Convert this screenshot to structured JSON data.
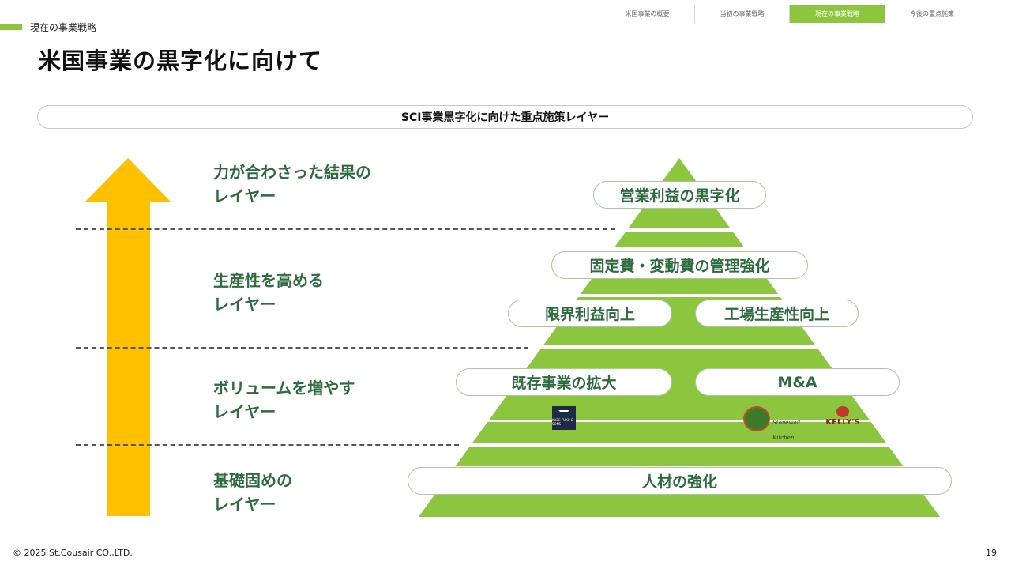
{
  "nav": {
    "tabs": [
      {
        "label": "米国事業の概要",
        "active": false
      },
      {
        "label": "当初の事業戦略",
        "active": false
      },
      {
        "label": "現在の事業戦略",
        "active": true
      },
      {
        "label": "今後の重点施策",
        "active": false
      }
    ]
  },
  "section_label": "現在の事業戦略",
  "page_title": "米国事業の黒字化に向けて",
  "banner": "SCI事業黒字化に向けた重点施策レイヤー",
  "layers": [
    {
      "line1": "力が合わさった結果の",
      "line2": "レイヤー"
    },
    {
      "line1": "生産性を高める",
      "line2": "レイヤー"
    },
    {
      "line1": "ボリュームを増やす",
      "line2": "レイヤー"
    },
    {
      "line1": "基礎固めの",
      "line2": "レイヤー"
    }
  ],
  "pyramid": {
    "items": [
      "営業利益の黒字化",
      "固定費・変動費の管理強化",
      "限界利益向上",
      "工場生産性向上",
      "既存事業の拡大",
      "M&A",
      "人材の強化"
    ]
  },
  "logos": {
    "kpf_text": "KUZE FUKU & SONS",
    "script_text": "Stonewall Kitchen",
    "kelly_text": "KELLY'S"
  },
  "colors": {
    "accent": "#8cc63f",
    "arrow": "#ffc000",
    "label_text": "#2e6b3f"
  },
  "footer": {
    "copyright": "© 2025 St.Cousair CO.,LTD.",
    "page": "19"
  }
}
